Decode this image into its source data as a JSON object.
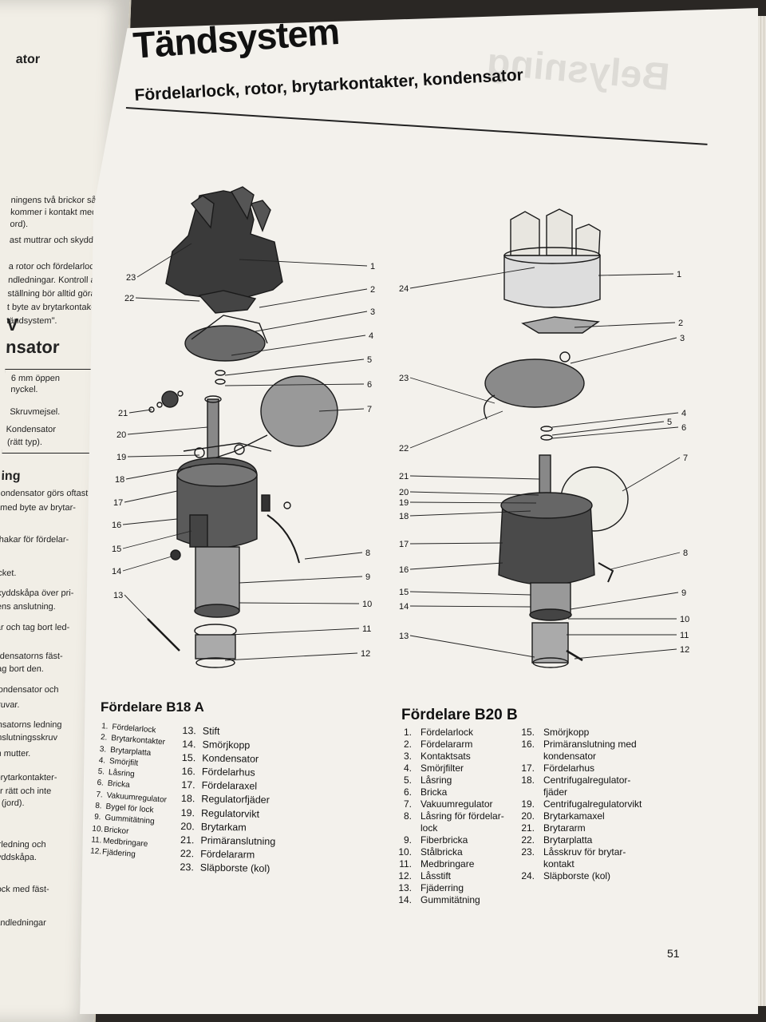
{
  "header": {
    "title": "Tändsystem",
    "subtitle": "Fördelarlock, rotor, brytarkontakter, kondensator"
  },
  "left_page_fragments": [
    "ator",
    "ningens två brickor så att",
    "kommer i kontakt med",
    "ord).",
    "ast muttrar och skydds-",
    "a rotor och fördelarlock",
    "ndledningar. Kontroll av",
    "ställning bör alltid göras",
    "t byte av brytarkontak-",
    "tändsystem\".",
    "V",
    "nsator",
    "6 mm öppen",
    "nyckel.",
    "Skruvmejsel.",
    "Kondensator",
    "(rätt typ).",
    "ing",
    "ondensator görs oftast",
    "med byte av brytar-",
    "hakar för fördelar-",
    "cket.",
    "kyddskåpa över pri-",
    "ens anslutning.",
    "ar och tag bort led-",
    "ndensatorns fäst-",
    "tag bort den.",
    "kondensator och",
    "kruvar.",
    "ensatorns ledning",
    "anslutningsskruv",
    "en mutter.",
    "t brytarkontakter-",
    "tter rätt och inte",
    "ds (jord).",
    "närledning och",
    "skyddskåpa.",
    "arlock med fäst-",
    "a tändledningar"
  ],
  "diagram_a_labels": [
    "1",
    "2",
    "3",
    "4",
    "5",
    "6",
    "7",
    "8",
    "9",
    "10",
    "11",
    "12",
    "13",
    "14",
    "15",
    "16",
    "17",
    "18",
    "19",
    "20",
    "21",
    "22",
    "23"
  ],
  "diagram_b_labels": [
    "1",
    "2",
    "3",
    "4",
    "5",
    "6",
    "7",
    "8",
    "9",
    "10",
    "11",
    "12",
    "13",
    "14",
    "15",
    "16",
    "17",
    "18",
    "19",
    "20",
    "21",
    "22",
    "23",
    "24"
  ],
  "legend_a": {
    "title": "Fördelare B18 A",
    "col1": [
      {
        "n": "1.",
        "t": "Fördelarlock"
      },
      {
        "n": "2.",
        "t": "Brytarkontakter"
      },
      {
        "n": "3.",
        "t": "Brytarplatta"
      },
      {
        "n": "4.",
        "t": "Smörjfilt"
      },
      {
        "n": "5.",
        "t": "Låsring"
      },
      {
        "n": "6.",
        "t": "Bricka"
      },
      {
        "n": "7.",
        "t": "Vakuumregulator"
      },
      {
        "n": "8.",
        "t": "Bygel för lock"
      },
      {
        "n": "9.",
        "t": "Gummitätning"
      },
      {
        "n": "10.",
        "t": "Brickor"
      },
      {
        "n": "11.",
        "t": "Medbringare"
      },
      {
        "n": "12.",
        "t": "Fjädering"
      }
    ],
    "col2": [
      {
        "n": "13.",
        "t": "Stift"
      },
      {
        "n": "14.",
        "t": "Smörjkopp"
      },
      {
        "n": "15.",
        "t": "Kondensator"
      },
      {
        "n": "16.",
        "t": "Fördelarhus"
      },
      {
        "n": "17.",
        "t": "Fördelaraxel"
      },
      {
        "n": "18.",
        "t": "Regulatorfjäder"
      },
      {
        "n": "19.",
        "t": "Regulatorvikt"
      },
      {
        "n": "20.",
        "t": "Brytarkam"
      },
      {
        "n": "21.",
        "t": "Primäranslutning"
      },
      {
        "n": "22.",
        "t": "Fördelararm"
      },
      {
        "n": "23.",
        "t": "Släpborste (kol)"
      }
    ]
  },
  "legend_b": {
    "title": "Fördelare B20 B",
    "col1": [
      {
        "n": "1.",
        "t": "Fördelarlock"
      },
      {
        "n": "2.",
        "t": "Fördelararm"
      },
      {
        "n": "3.",
        "t": "Kontaktsats"
      },
      {
        "n": "4.",
        "t": "Smörjfilter"
      },
      {
        "n": "5.",
        "t": "Låsring"
      },
      {
        "n": "6.",
        "t": "Bricka"
      },
      {
        "n": "7.",
        "t": "Vakuumregulator"
      },
      {
        "n": "8.",
        "t": "Låsring för fördelar-lock"
      },
      {
        "n": "9.",
        "t": "Fiberbricka"
      },
      {
        "n": "10.",
        "t": "Stålbricka"
      },
      {
        "n": "11.",
        "t": "Medbringare"
      },
      {
        "n": "12.",
        "t": "Låsstift"
      },
      {
        "n": "13.",
        "t": "Fjäderring"
      },
      {
        "n": "14.",
        "t": "Gummitätning"
      }
    ],
    "col2": [
      {
        "n": "15.",
        "t": "Smörjkopp"
      },
      {
        "n": "16.",
        "t": "Primäranslutning med kondensator"
      },
      {
        "n": "17.",
        "t": "Fördelarhus"
      },
      {
        "n": "18.",
        "t": "Centrifugalregulator-fjäder"
      },
      {
        "n": "19.",
        "t": "Centrifugalregulatorvikt"
      },
      {
        "n": "20.",
        "t": "Brytarkamaxel"
      },
      {
        "n": "21.",
        "t": "Brytararm"
      },
      {
        "n": "22.",
        "t": "Brytarplatta"
      },
      {
        "n": "23.",
        "t": "Låsskruv för brytar-kontakt"
      },
      {
        "n": "24.",
        "t": "Släpborste (kol)"
      }
    ]
  },
  "page_number": "51"
}
